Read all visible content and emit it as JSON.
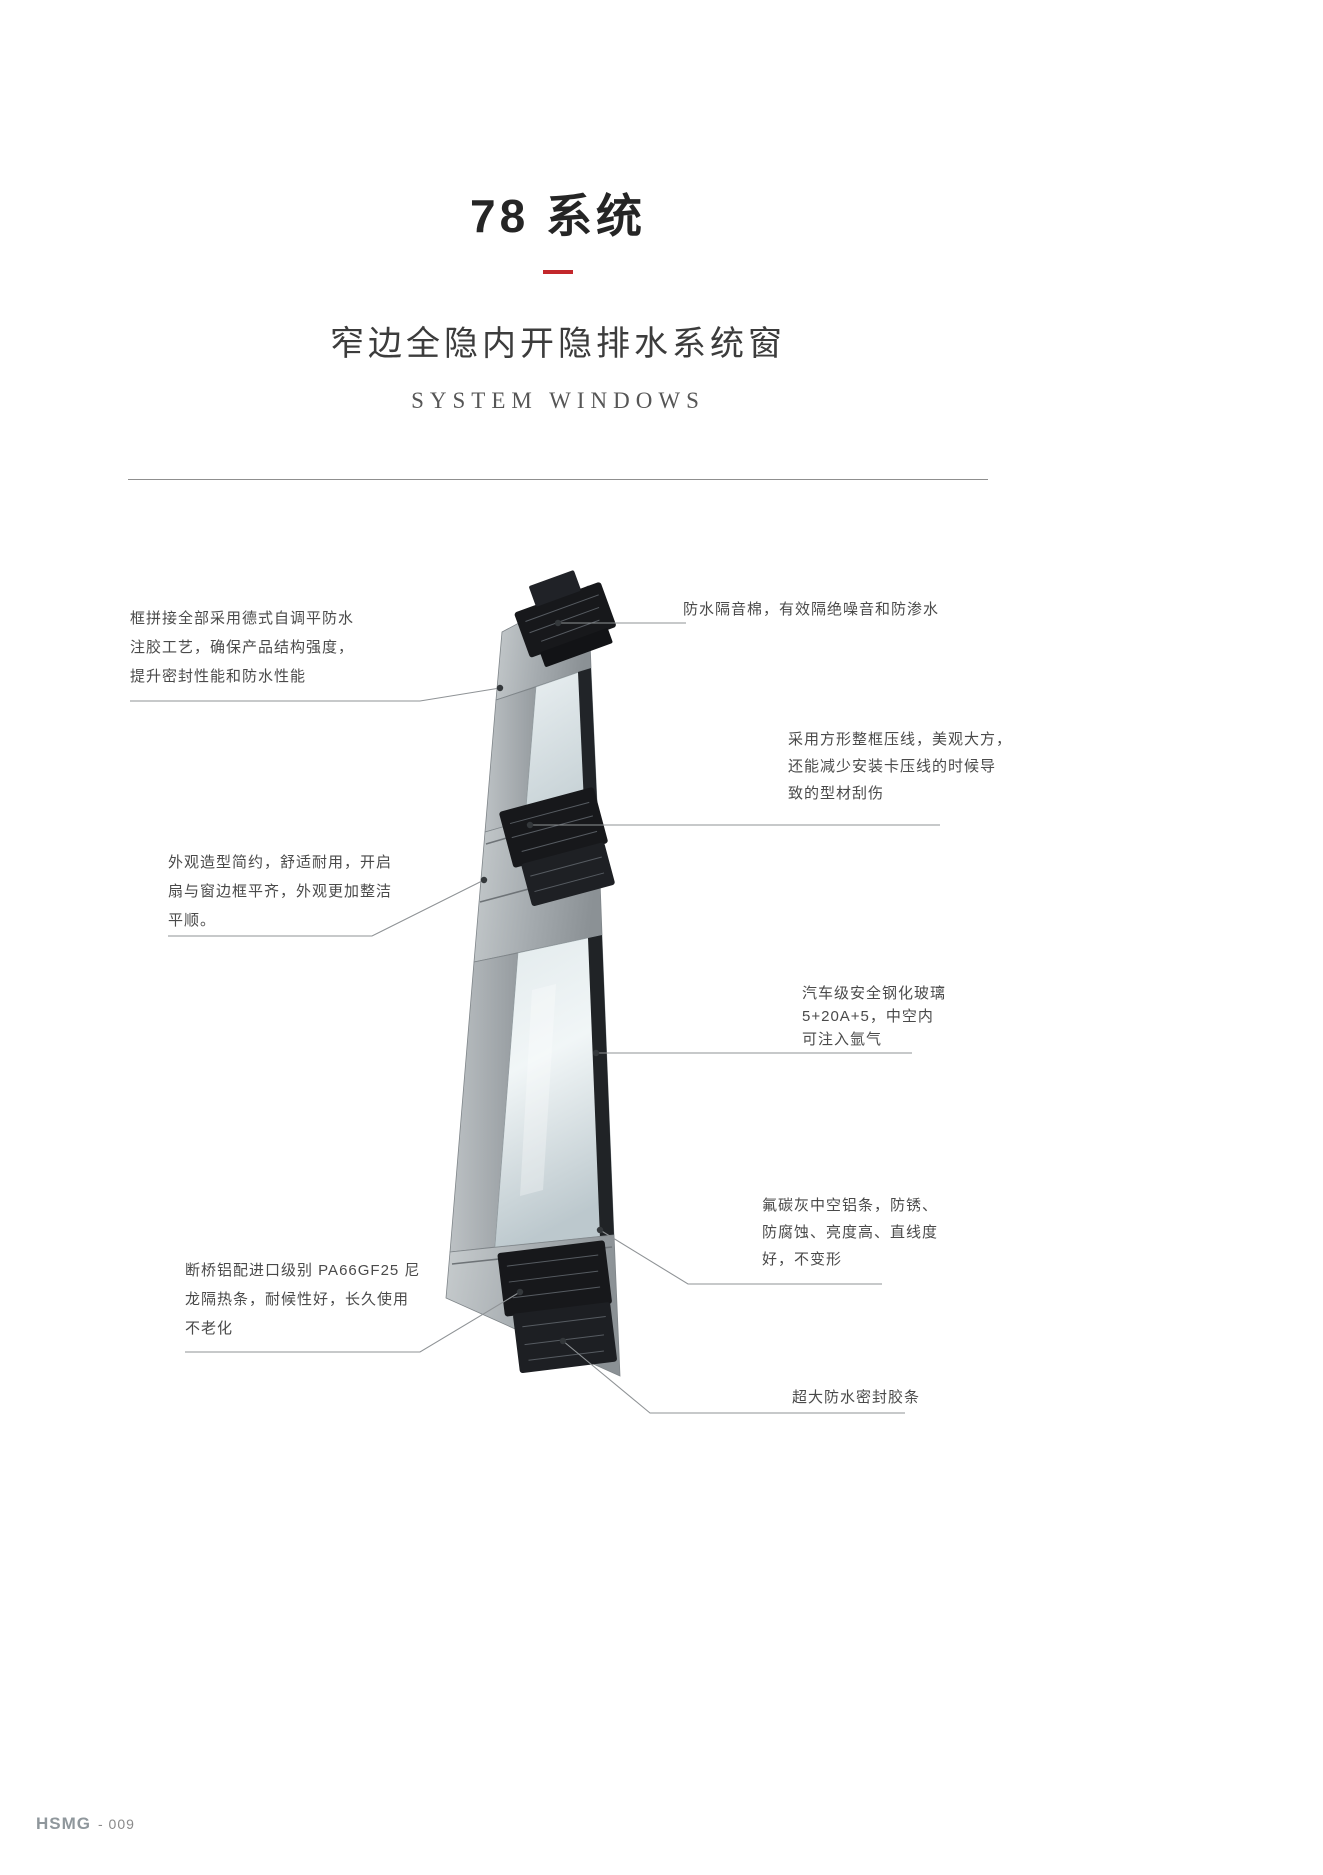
{
  "header": {
    "title": "78 系统",
    "subtitle": "窄边全隐内开隐排水系统窗",
    "subtitle_en": "SYSTEM WINDOWS"
  },
  "colors": {
    "accent": "#c3272b",
    "body_text": "#4a4a4a",
    "leader_line": "#8f9396",
    "frame_aluminum": "#a4aaae",
    "profile_cut": "#17181b"
  },
  "callouts": {
    "left": [
      {
        "lines": [
          "框拼接全部采用德式自调平防水",
          "注胶工艺，确保产品结构强度，",
          "提升密封性能和防水性能"
        ]
      },
      {
        "lines": [
          "外观造型简约，舒适耐用，开启",
          "扇与窗边框平齐，外观更加整洁",
          "平顺。"
        ]
      },
      {
        "lines": [
          "断桥铝配进口级别 PA66GF25 尼",
          "龙隔热条，耐候性好，长久使用",
          "不老化"
        ]
      }
    ],
    "right": [
      {
        "lines": [
          "防水隔音棉，有效隔绝噪音和防渗水"
        ]
      },
      {
        "lines": [
          "采用方形整框压线，美观大方，",
          "还能减少安装卡压线的时候导",
          "致的型材刮伤"
        ]
      },
      {
        "lines": [
          "汽车级安全钢化玻璃",
          "5+20A+5，中空内",
          "可注入氩气"
        ]
      },
      {
        "lines": [
          "氟碳灰中空铝条，防锈、",
          "防腐蚀、亮度高、直线度",
          "好，不变形"
        ]
      },
      {
        "lines": [
          "超大防水密封胶条"
        ]
      }
    ]
  },
  "footer": {
    "logo": "HSMG",
    "page_number": "- 009"
  }
}
